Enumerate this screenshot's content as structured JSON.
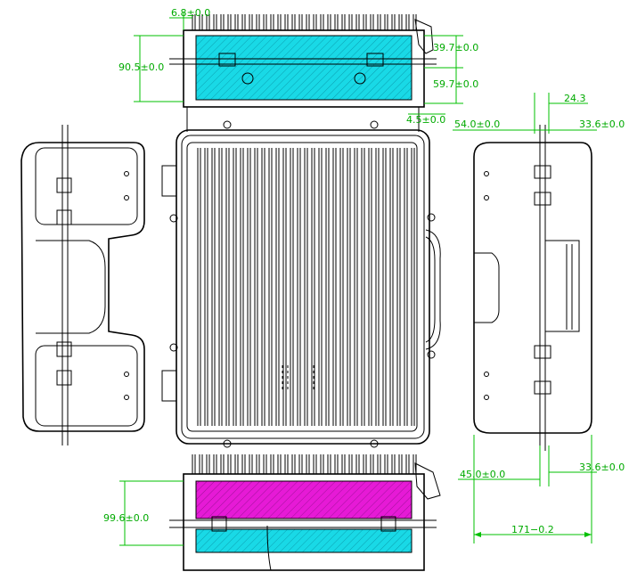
{
  "drawing": {
    "colors": {
      "background": "#ffffff",
      "outline": "#000000",
      "dimension": "#00c000",
      "dimension_text": "#00aa00",
      "hatch_cyan": "#19d9e6",
      "hatch_magenta": "#e61ad6"
    },
    "dimensions": {
      "top_gap": "6.8±0.0",
      "top_height": "90.5±0.0",
      "top_right_upper": "39.7±0.0",
      "top_right_lower": "59.7±0.0",
      "top_right_small": "4.5±0.0",
      "right_top_width": "24.3",
      "right_top_left": "54.0±0.0",
      "right_top_right": "33.6±0.0",
      "bottom_height": "99.6±0.0",
      "right_bottom_left": "45.0±0.0",
      "right_bottom_right": "33.6±0.0",
      "right_overall": "171−0.2"
    }
  }
}
